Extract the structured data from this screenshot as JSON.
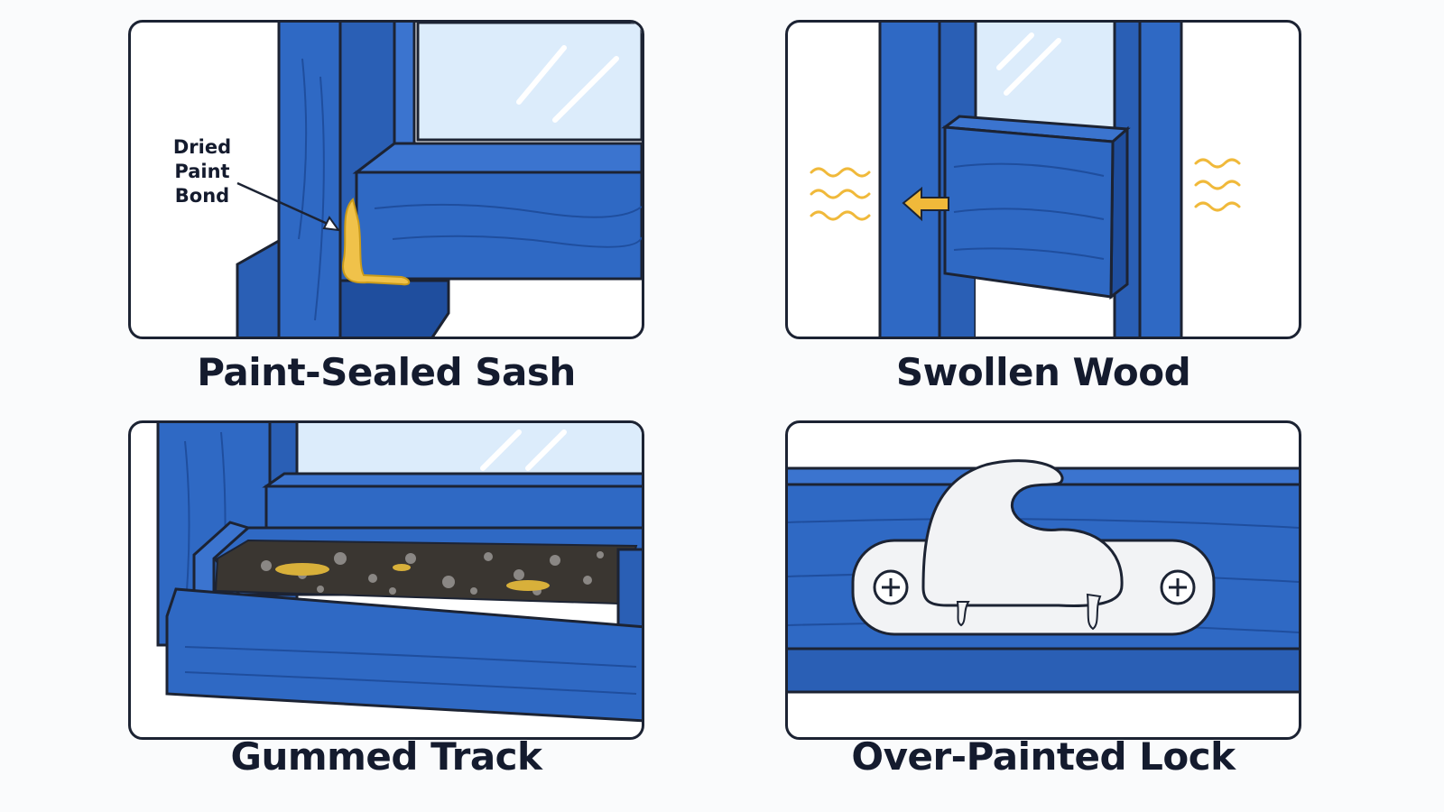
{
  "panels": [
    {
      "caption": "Paint-Sealed Sash",
      "callout": "Dried\nPaint\nBond"
    },
    {
      "caption": "Swollen Wood"
    },
    {
      "caption": "Gummed Track"
    },
    {
      "caption": "Over-Painted Lock"
    }
  ],
  "colors": {
    "wood_blue": "#2f69c4",
    "wood_blue_dark": "#1f4e9e",
    "outline": "#1c2333",
    "glass": "#dcecfb",
    "paint_drip": "#f0c24a",
    "moisture": "#f0b93a",
    "lock_paint": "#f2f3f5",
    "grime": "#3a3631"
  },
  "icons": [
    "arrow-left-icon",
    "moisture-wave-icon",
    "screw-icon"
  ]
}
